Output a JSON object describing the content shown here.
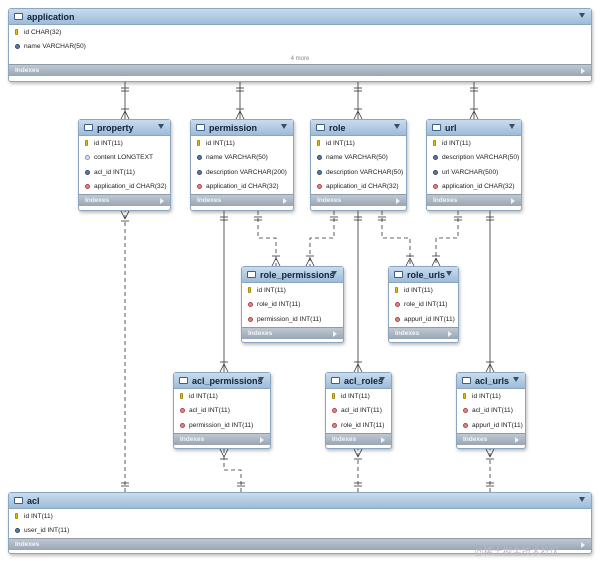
{
  "footer_label": "Indexes",
  "watermark": "@稀土掘金技术社区",
  "tables": [
    {
      "id": "application",
      "title": "application",
      "more": "4 more",
      "columns": [
        {
          "text": "id CHAR(32)",
          "icon": "key"
        },
        {
          "text": "name VARCHAR(50)",
          "icon": "nn"
        }
      ]
    },
    {
      "id": "property",
      "title": "property",
      "columns": [
        {
          "text": "id INT(11)",
          "icon": "key"
        },
        {
          "text": "content LONGTEXT",
          "icon": "attr"
        },
        {
          "text": "acl_id INT(11)",
          "icon": "nn"
        },
        {
          "text": "application_id CHAR(32)",
          "icon": "fk"
        }
      ]
    },
    {
      "id": "permission",
      "title": "permission",
      "columns": [
        {
          "text": "id INT(11)",
          "icon": "key"
        },
        {
          "text": "name VARCHAR(50)",
          "icon": "nn"
        },
        {
          "text": "description VARCHAR(200)",
          "icon": "nn"
        },
        {
          "text": "application_id CHAR(32)",
          "icon": "fk"
        }
      ]
    },
    {
      "id": "role",
      "title": "role",
      "columns": [
        {
          "text": "id INT(11)",
          "icon": "key"
        },
        {
          "text": "name VARCHAR(50)",
          "icon": "nn"
        },
        {
          "text": "description VARCHAR(50)",
          "icon": "nn"
        },
        {
          "text": "application_id CHAR(32)",
          "icon": "fk"
        }
      ]
    },
    {
      "id": "url",
      "title": "url",
      "columns": [
        {
          "text": "id INT(11)",
          "icon": "key"
        },
        {
          "text": "description VARCHAR(50)",
          "icon": "nn"
        },
        {
          "text": "url VARCHAR(500)",
          "icon": "nn"
        },
        {
          "text": "application_id CHAR(32)",
          "icon": "fk"
        }
      ]
    },
    {
      "id": "role_permissions",
      "title": "role_permissions",
      "columns": [
        {
          "text": "id INT(11)",
          "icon": "key"
        },
        {
          "text": "role_id INT(11)",
          "icon": "fk"
        },
        {
          "text": "permission_id INT(11)",
          "icon": "fk"
        }
      ]
    },
    {
      "id": "role_urls",
      "title": "role_urls",
      "columns": [
        {
          "text": "id INT(11)",
          "icon": "key"
        },
        {
          "text": "role_id INT(11)",
          "icon": "fk"
        },
        {
          "text": "appurl_id INT(11)",
          "icon": "fk"
        }
      ]
    },
    {
      "id": "acl_permissions",
      "title": "acl_permissions",
      "columns": [
        {
          "text": "id INT(11)",
          "icon": "key"
        },
        {
          "text": "acl_id INT(11)",
          "icon": "fk"
        },
        {
          "text": "permission_id INT(11)",
          "icon": "fk"
        }
      ]
    },
    {
      "id": "acl_roles",
      "title": "acl_roles",
      "columns": [
        {
          "text": "id INT(11)",
          "icon": "key"
        },
        {
          "text": "acl_id INT(11)",
          "icon": "fk"
        },
        {
          "text": "role_id INT(11)",
          "icon": "fk"
        }
      ]
    },
    {
      "id": "acl_urls",
      "title": "acl_urls",
      "columns": [
        {
          "text": "id INT(11)",
          "icon": "key"
        },
        {
          "text": "acl_id INT(11)",
          "icon": "fk"
        },
        {
          "text": "appurl_id INT(11)",
          "icon": "fk"
        }
      ]
    },
    {
      "id": "acl",
      "title": "acl",
      "columns": [
        {
          "text": "id INT(11)",
          "icon": "key"
        },
        {
          "text": "user_id INT(11)",
          "icon": "nn"
        }
      ]
    }
  ],
  "relationships": [
    {
      "from": "application",
      "to": "property",
      "style": "solid"
    },
    {
      "from": "application",
      "to": "permission",
      "style": "solid"
    },
    {
      "from": "application",
      "to": "role",
      "style": "solid"
    },
    {
      "from": "application",
      "to": "url",
      "style": "solid"
    },
    {
      "from": "acl",
      "to": "property",
      "style": "dashed"
    },
    {
      "from": "permission",
      "to": "role_permissions",
      "style": "dashed"
    },
    {
      "from": "role",
      "to": "role_permissions",
      "style": "dashed"
    },
    {
      "from": "role",
      "to": "role_urls",
      "style": "dashed"
    },
    {
      "from": "url",
      "to": "role_urls",
      "style": "dashed"
    },
    {
      "from": "permission",
      "to": "acl_permissions",
      "style": "solid"
    },
    {
      "from": "role",
      "to": "acl_roles",
      "style": "solid"
    },
    {
      "from": "url",
      "to": "acl_urls",
      "style": "solid"
    },
    {
      "from": "acl",
      "to": "acl_permissions",
      "style": "dashed"
    },
    {
      "from": "acl",
      "to": "acl_roles",
      "style": "dashed"
    },
    {
      "from": "acl",
      "to": "acl_urls",
      "style": "dashed"
    }
  ]
}
